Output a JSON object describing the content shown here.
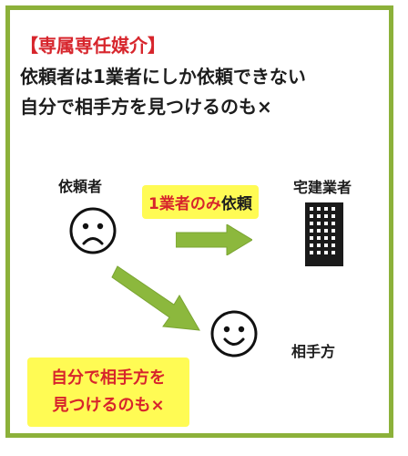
{
  "title": "【専属専任媒介】",
  "description": {
    "line1": "依頼者は1業者にしか依頼できない",
    "line2": "自分で相手方を見つけるのも×"
  },
  "labels": {
    "requester": "依頼者",
    "agent": "宅建業者",
    "counterparty": "相手方"
  },
  "callouts": {
    "only_one_agent_red": "1業者のみ",
    "only_one_agent_black": "依頼",
    "self_find_line1": "自分で相手方を",
    "self_find_line2": "見つけるのも×"
  },
  "icons": {
    "requester_face": "sad-face-icon",
    "agent_building": "building-icon",
    "counterparty_face": "smiling-face-icon",
    "request_arrow": "arrow-right-icon",
    "find_arrow": "arrow-diagonal-icon"
  },
  "colors": {
    "border": "#8cb13a",
    "title": "#d7252c",
    "highlight": "#fffb54",
    "arrow": "#8cb83d"
  }
}
